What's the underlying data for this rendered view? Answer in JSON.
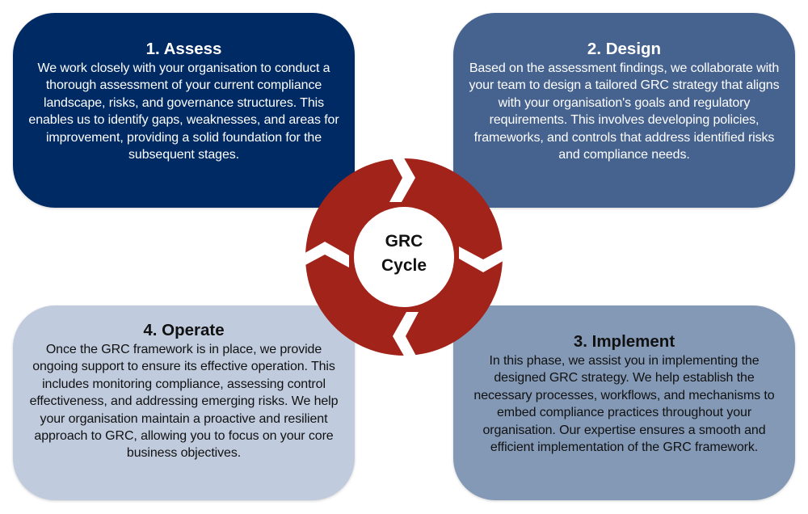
{
  "diagram": {
    "center": {
      "line1": "GRC",
      "line2": "Cycle",
      "ring_color": "#A1231A"
    },
    "stages": [
      {
        "title": "1. Assess",
        "color": "#002A64",
        "text": "We work closely with your organisation to conduct a thorough assessment of your current compliance landscape, risks, and governance structures. This enables us to identify gaps, weaknesses, and areas for improvement, providing a solid foundation for the subsequent stages."
      },
      {
        "title": "2. Design",
        "color": "#46628E",
        "text": "Based on the assessment findings, we collaborate with your team to design a tailored GRC strategy that aligns with your organisation's goals and regulatory requirements. This involves developing policies, frameworks, and controls that address identified risks and compliance needs."
      },
      {
        "title": "3. Implement",
        "color": "#8499B6",
        "text": "In this phase, we assist you in implementing the designed GRC strategy. We help establish the necessary processes, workflows, and mechanisms to embed compliance practices throughout your organisation. Our expertise ensures a smooth and efficient implementation of the GRC framework."
      },
      {
        "title": "4. Operate",
        "color": "#C0CCDE",
        "text": "Once the GRC framework is in place, we provide ongoing support to ensure its effective operation. This includes monitoring compliance, assessing control effectiveness, and addressing emerging risks. We help your organisation maintain a proactive and resilient approach to GRC, allowing you to focus on your core business objectives."
      }
    ]
  }
}
